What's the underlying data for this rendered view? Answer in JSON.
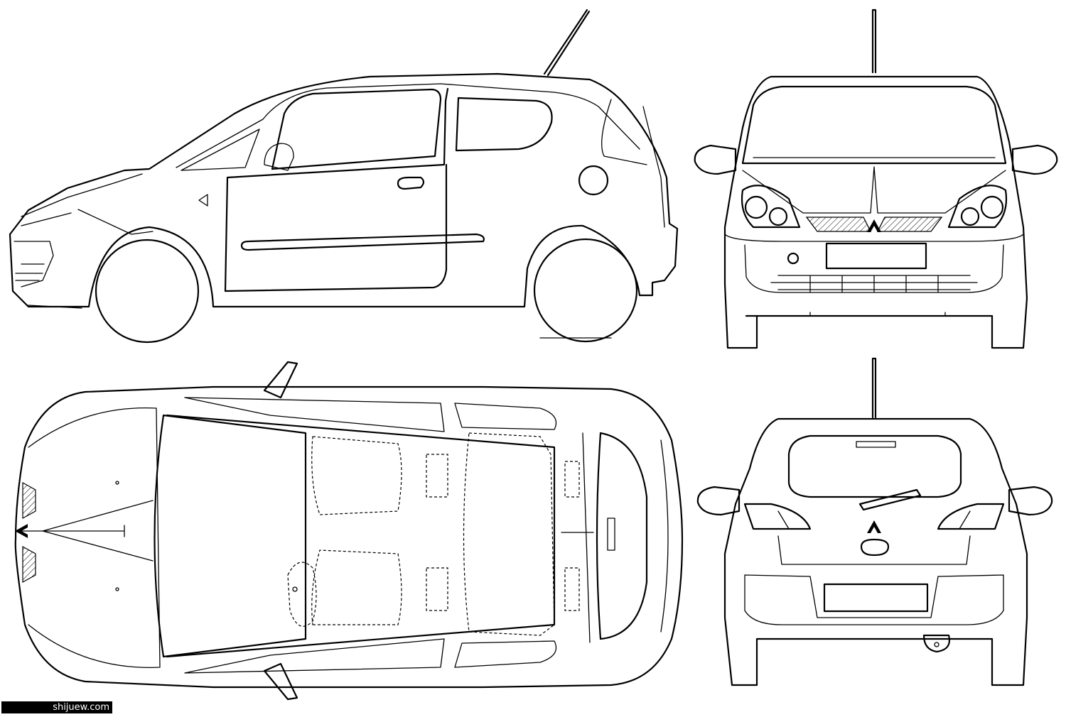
{
  "watermark": {
    "text": "shijuew.com"
  },
  "views": [
    "side-view",
    "front-view",
    "top-view",
    "rear-view"
  ],
  "colors": {
    "line": "#000000",
    "background": "#ffffff"
  }
}
